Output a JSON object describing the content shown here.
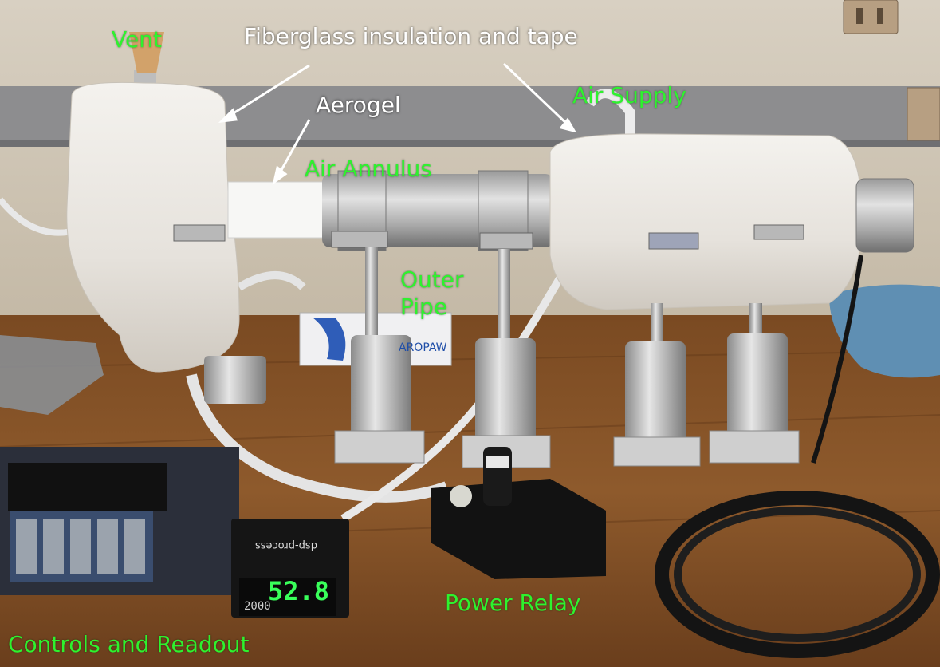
{
  "annotations": {
    "vent": "Vent",
    "fiberglass": "Fiberglass insulation and tape",
    "aerogel": "Aerogel",
    "air_annulus": "Air Annulus",
    "air_supply": "Air Supply",
    "outer_pipe": "Outer Pipe",
    "power_relay": "Power Relay",
    "controls": "Controls and Readout"
  },
  "display": {
    "main_reading": "52.8",
    "setpoint_reading": "2000",
    "controller_label": "dsp-process"
  },
  "box_label": "AROPAW",
  "colors": {
    "label_green": "#2ef22e",
    "label_white": "#ffffff",
    "display_green": "#39ff5a"
  }
}
